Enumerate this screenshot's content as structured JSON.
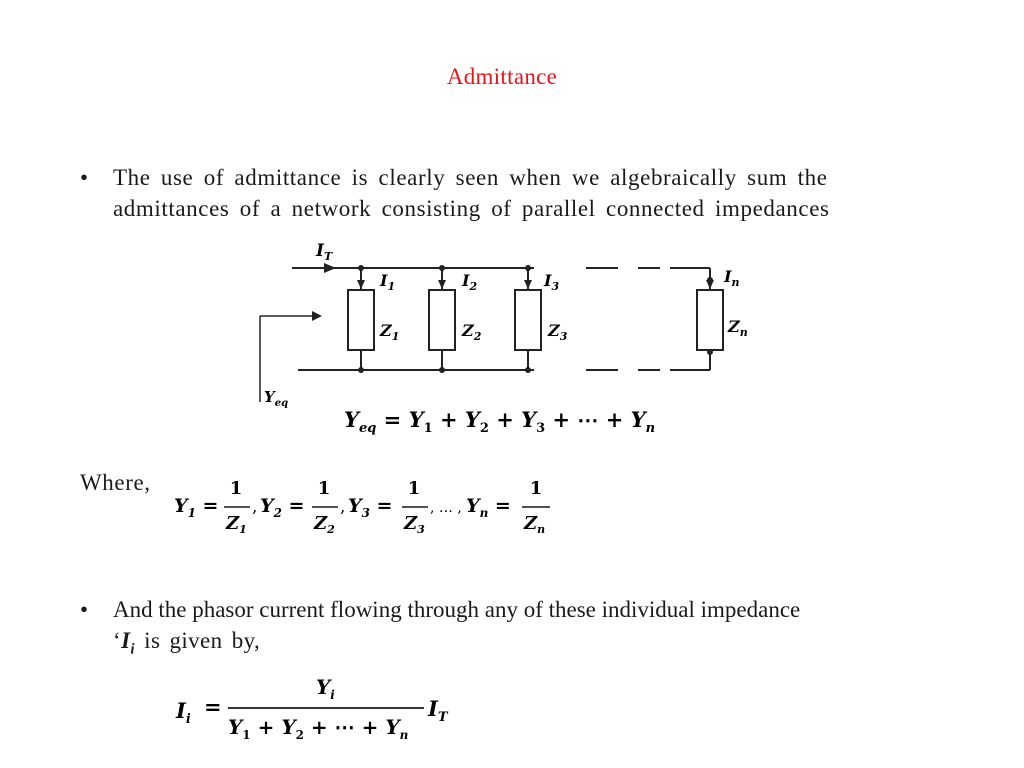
{
  "slide": {
    "title": "Admittance",
    "bullet1": "The use of admittance is clearly seen when we algebraically sum the admittances of a network consisting of parallel connected impedances",
    "where_label": "Where,",
    "bullet2_line1": "And the phasor current flowing through any of these individual impedance",
    "bullet2_open_quote": "‘",
    "bullet2_var": "I",
    "bullet2_sub": "i",
    "bullet2_rest": " is given by,"
  },
  "circuit": {
    "total_current": "I",
    "total_current_sub": "T",
    "branch_currents": [
      {
        "base": "I",
        "sub": "1"
      },
      {
        "base": "I",
        "sub": "2"
      },
      {
        "base": "I",
        "sub": "3"
      },
      {
        "base": "I",
        "sub": "n"
      }
    ],
    "impedances": [
      {
        "base": "Z",
        "sub": "1"
      },
      {
        "base": "Z",
        "sub": "2"
      },
      {
        "base": "Z",
        "sub": "3"
      },
      {
        "base": "Z",
        "sub": "n"
      }
    ],
    "equivalent_label": "Y",
    "equivalent_label_sub": "eq"
  },
  "equations": {
    "sum": {
      "lhs": "Y",
      "lhs_sub": "eq",
      "eq": " = ",
      "t1": "Y",
      "s1": "1",
      "plus1": " + ",
      "t2": "Y",
      "s2": "2",
      "plus2": " + ",
      "t3": "Y",
      "s3": "3",
      "plus3": " + ⋯ + ",
      "tn": "Y",
      "sn": "n"
    },
    "definitions": [
      {
        "lhs": "Y",
        "lhs_sub": "1",
        "num": "1",
        "den": "Z",
        "den_sub": "1"
      },
      {
        "lhs": "Y",
        "lhs_sub": "2",
        "num": "1",
        "den": "Z",
        "den_sub": "2"
      },
      {
        "lhs": "Y",
        "lhs_sub": "3",
        "num": "1",
        "den": "Z",
        "den_sub": "3"
      },
      {
        "lhs": "Y",
        "lhs_sub": "n",
        "num": "1",
        "den": "Z",
        "den_sub": "n"
      }
    ],
    "def_eq": " = ",
    "def_sep": ",",
    "def_ellipsis": ", … ,",
    "current_divider": {
      "lhs": "I",
      "lhs_sub": "i",
      "eq": "=",
      "num": "Y",
      "num_sub": "i",
      "den": "Y₁ + Y₂ + ⋯ + Yₙ",
      "den_t1": "Y",
      "den_s1": "1",
      "den_plus1": " + ",
      "den_t2": "Y",
      "den_s2": "2",
      "den_plus2": " + ⋯ + ",
      "den_tn": "Y",
      "den_sn": "n",
      "factor": "I",
      "factor_sub": "T"
    }
  }
}
